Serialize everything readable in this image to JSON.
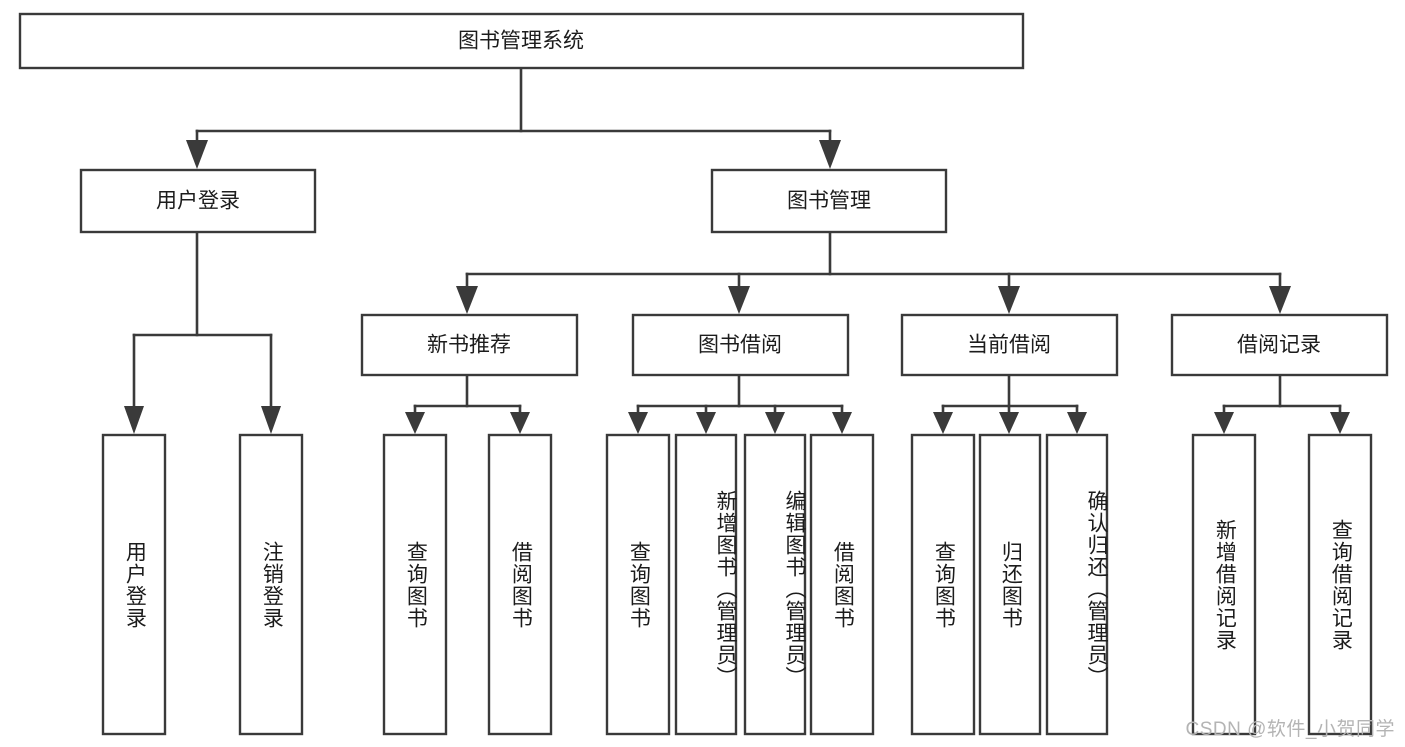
{
  "diagram": {
    "type": "tree",
    "title": "图书管理系统",
    "watermark": "CSDN @软件_小贺同学",
    "colors": {
      "box_fill": "#ffffff",
      "box_stroke": "#3a3a3a",
      "connector": "#3a3a3a",
      "text": "#1c1c1c",
      "watermark": "#b4b4b4",
      "background": "#ffffff"
    },
    "root": {
      "label": "图书管理系统"
    },
    "level2": [
      {
        "label": "用户登录"
      },
      {
        "label": "图书管理"
      }
    ],
    "level3": [
      {
        "label": "新书推荐"
      },
      {
        "label": "图书借阅"
      },
      {
        "label": "当前借阅"
      },
      {
        "label": "借阅记录"
      }
    ],
    "leaves": {
      "user_login": [
        {
          "label": "用户登录"
        },
        {
          "label": "注销登录"
        }
      ],
      "new_book_recommend": [
        {
          "label": "查询图书"
        },
        {
          "label": "借阅图书"
        }
      ],
      "book_borrow": [
        {
          "label": "查询图书"
        },
        {
          "label": "新增图书（管理员）"
        },
        {
          "label": "编辑图书（管理员）"
        },
        {
          "label": "借阅图书"
        }
      ],
      "current_borrow": [
        {
          "label": "查询图书"
        },
        {
          "label": "归还图书"
        },
        {
          "label": "确认归还（管理员）"
        }
      ],
      "borrow_record": [
        {
          "label": "新增借阅记录"
        },
        {
          "label": "查询借阅记录"
        }
      ]
    }
  }
}
